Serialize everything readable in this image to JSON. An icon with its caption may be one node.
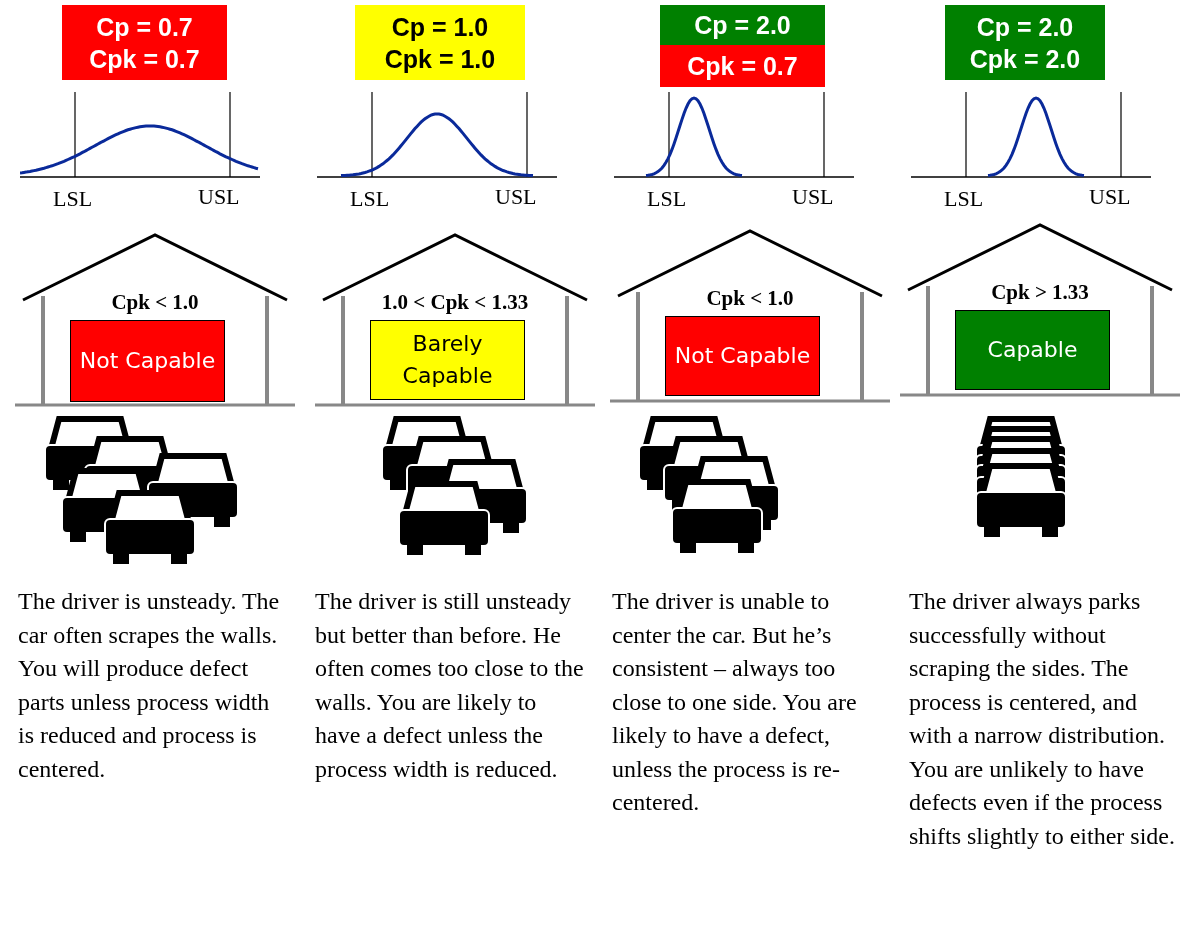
{
  "diagram": {
    "nodes": [
      {
        "text": [
          "Cp = 0.7",
          "Cpk = 0.7"
        ]
      },
      {
        "text": [
          "Cp = 1.0",
          "Cpk = 1.0"
        ]
      },
      {
        "text": [
          "Cp = 2.0"
        ]
      },
      {
        "text": [
          "Cpk = 0.7"
        ]
      },
      {
        "text": [
          "Cp = 2.0",
          "Cpk = 2.0"
        ]
      },
      {
        "text": [
          "Cpk < 1.0"
        ]
      },
      {
        "text": [
          "Not Capable"
        ],
        "in": 5
      },
      {
        "text": [
          "1.0 < Cpk < 1.33"
        ]
      },
      {
        "text": [
          "Barely Capable"
        ],
        "in": 7
      },
      {
        "text": [
          "Cpk < 1.0"
        ]
      },
      {
        "text": [
          "Not Capable"
        ],
        "in": 9
      },
      {
        "text": [
          "Cpk > 1.33"
        ]
      },
      {
        "text": [
          "Capable"
        ],
        "in": 11
      }
    ],
    "edges": [],
    "labels": [
      "LSL",
      "USL",
      "LSL",
      "USL",
      "LSL",
      "USL",
      "LSL",
      "USL",
      "The driver is unsteady. The car often scrapes the walls. You will produce defect parts unless process width is reduced and process is centered.",
      "The driver is still unsteady but better than before. He often comes too close to the walls. You are likely to have a defect unless the process width is reduced.",
      "The driver is unable to center the car. But he’s consistent – always too close to one side. You are likely to have a defect, unless the process is re-centered.",
      "The driver always parks successfully without scraping the sides. The process is centered, and with a narrow distribution. You are unlikely to have defects even if the process shifts slightly to either side."
    ]
  }
}
